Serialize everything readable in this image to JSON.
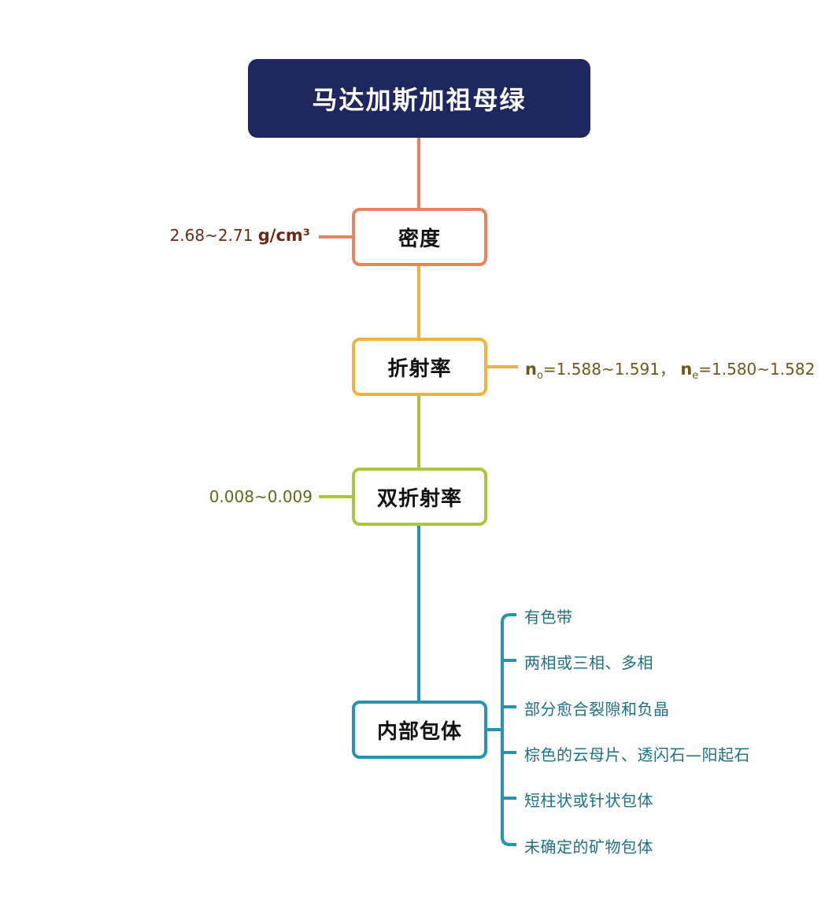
{
  "root": {
    "title": "马达加斯加祖母绿"
  },
  "nodes": {
    "density": {
      "label": "密度",
      "value": "2.68~2.71",
      "unit": "g/cm³"
    },
    "refractive_index": {
      "label": "折射率",
      "no_sym": "n",
      "no_sub": "o",
      "no_val": "=1.588~1.591，",
      "ne_sym": "n",
      "ne_sub": "e",
      "ne_val": "=1.580~1.582"
    },
    "birefringence": {
      "label": "双折射率",
      "value": "0.008~0.009"
    },
    "inclusions": {
      "label": "内部包体",
      "items": [
        "有色带",
        "两相或三相、多相",
        "部分愈合裂隙和负晶",
        "棕色的云母片、透闪石—阳起石",
        "短柱状或针状包体",
        "未确定的矿物包体"
      ]
    }
  },
  "colors": {
    "root_bg": "#1f2760",
    "density": "#e9835f",
    "refractive_index": "#f3b23b",
    "birefringence": "#aac63a",
    "inclusions": "#2395b3"
  }
}
